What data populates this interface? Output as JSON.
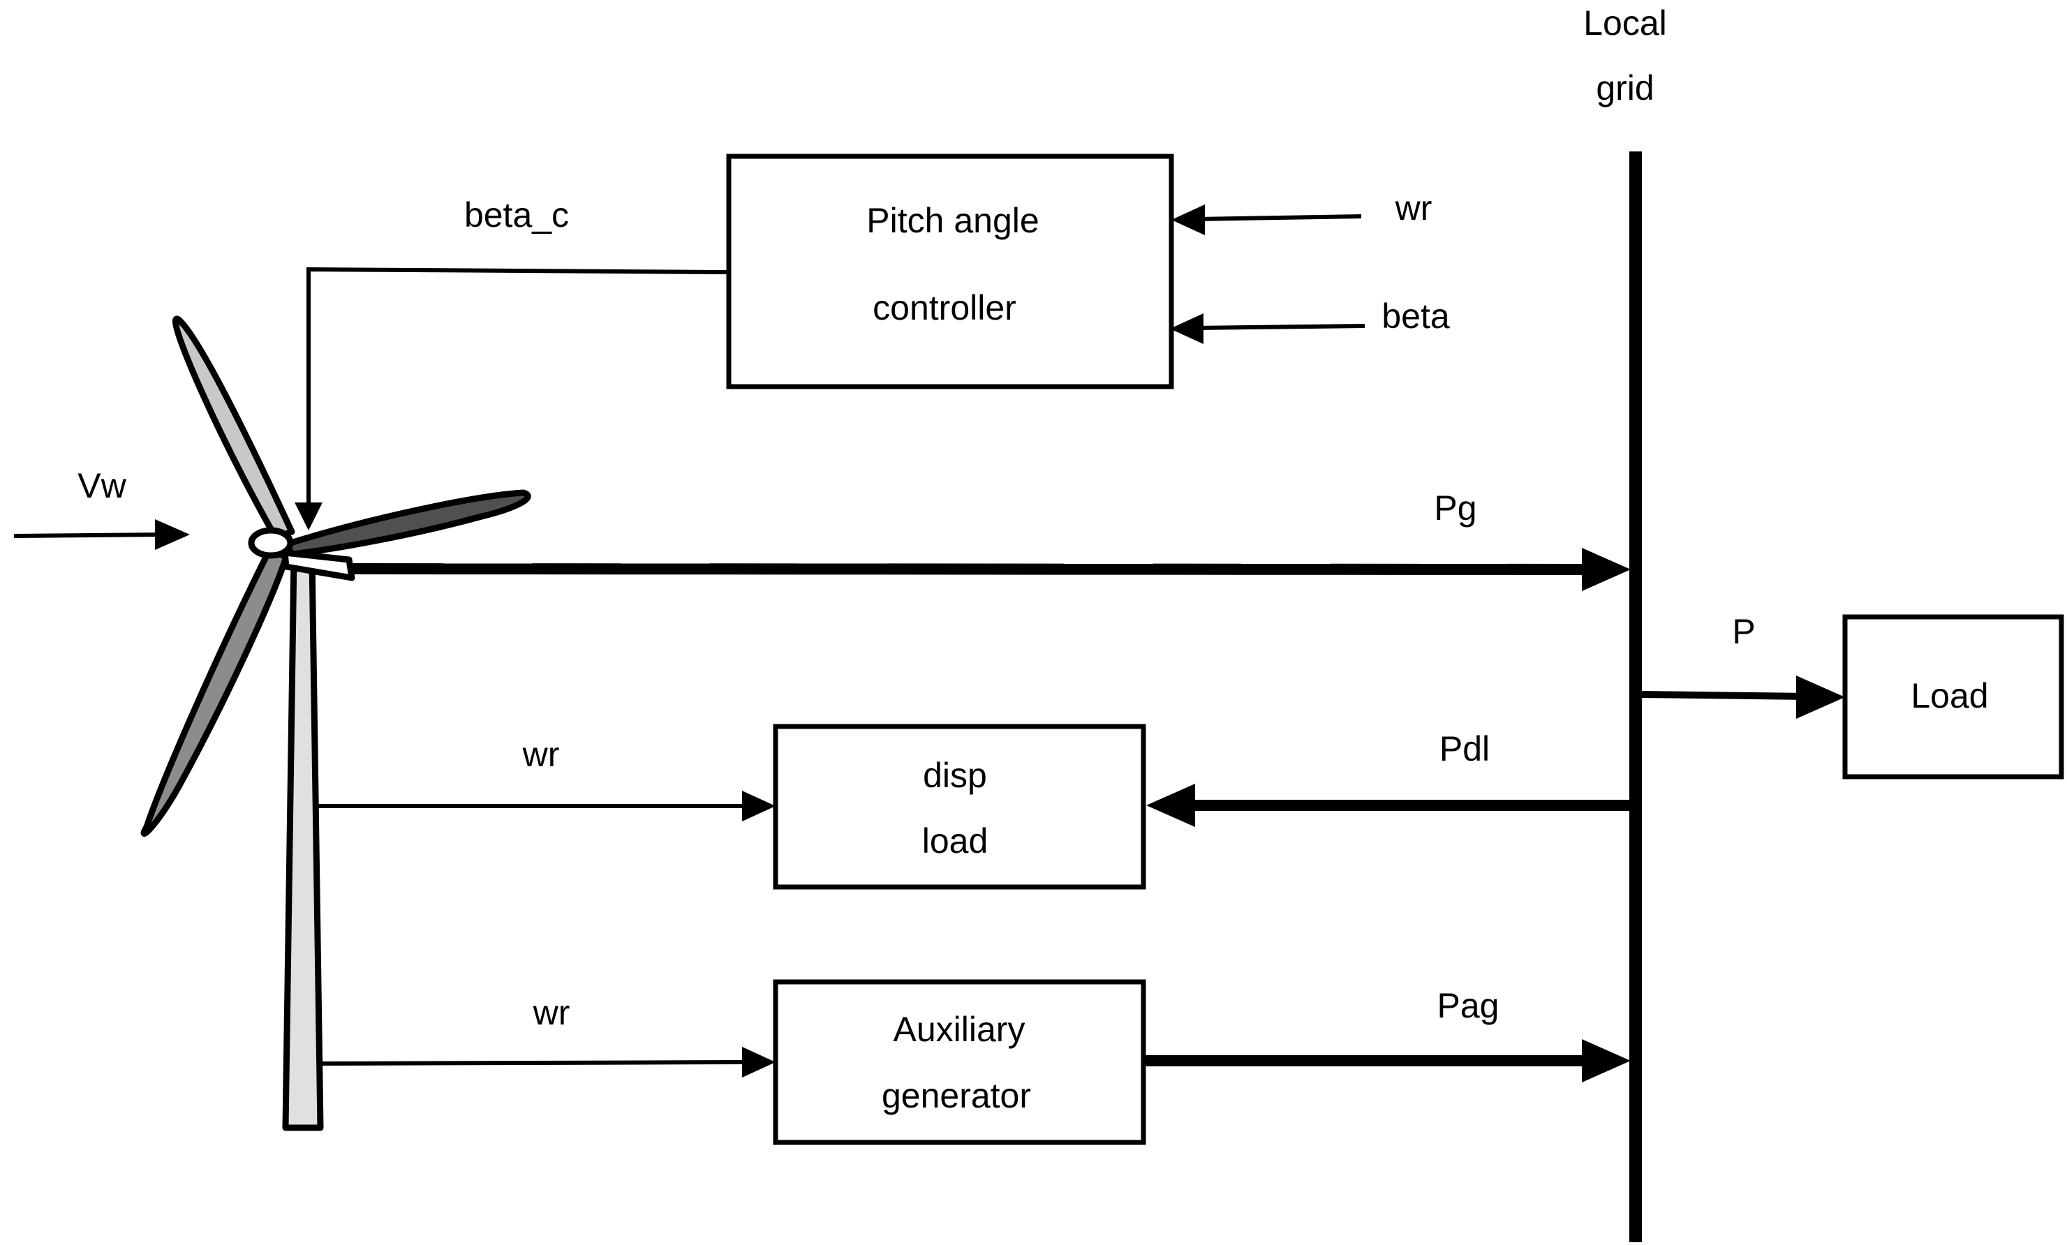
{
  "diagram": {
    "labels": {
      "local_grid_line1": "Local",
      "local_grid_line2": "grid",
      "beta_c": "beta_c",
      "wr_top": "wr",
      "beta": "beta",
      "vw": "Vw",
      "pg": "Pg",
      "p": "P",
      "pdl": "Pdl",
      "wr_mid": "wr",
      "wr_bottom": "wr",
      "pag": "Pag"
    },
    "blocks": {
      "pitch_controller_line1": "Pitch angle",
      "pitch_controller_line2": "controller",
      "disp_load_line1": "disp",
      "disp_load_line2": "load",
      "aux_gen_line1": "Auxiliary",
      "aux_gen_line2": "generator",
      "load": "Load"
    },
    "colors": {
      "stroke": "#000000",
      "blade_light": "#c8c8c8",
      "blade_mid": "#8c8c8c",
      "blade_dark": "#505050",
      "tower": "#e0e0e0",
      "background": "#ffffff"
    }
  }
}
